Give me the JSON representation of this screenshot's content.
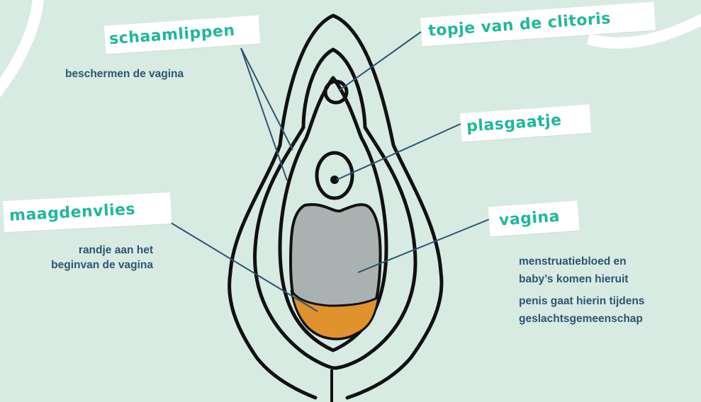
{
  "colors": {
    "background": "#d8ebe3",
    "label_text": "#1fb89b",
    "description_text": "#2d5472",
    "hymen_fill": "#e0922d",
    "vagina_fill": "#a9b2b0",
    "outline": "#111111",
    "leader_line": "#2d5472"
  },
  "labels": {
    "schaamlippen": {
      "title": "schaamlippen",
      "description": "beschermen de vagina"
    },
    "clitoris": {
      "title": "topje van de clitoris"
    },
    "plasgaatje": {
      "title": "plasgaatje"
    },
    "maagdenvlies": {
      "title": "maagdenvlies",
      "description_line1": "randje aan het",
      "description_line2": "beginvan de vagina"
    },
    "vagina": {
      "title": "vagina",
      "description_line1": "menstruatiebloed en",
      "description_line2": "baby’s komen hieruit",
      "description_line3": "penis gaat hierin tijdens",
      "description_line4": "geslachtsgemeenschap"
    }
  }
}
